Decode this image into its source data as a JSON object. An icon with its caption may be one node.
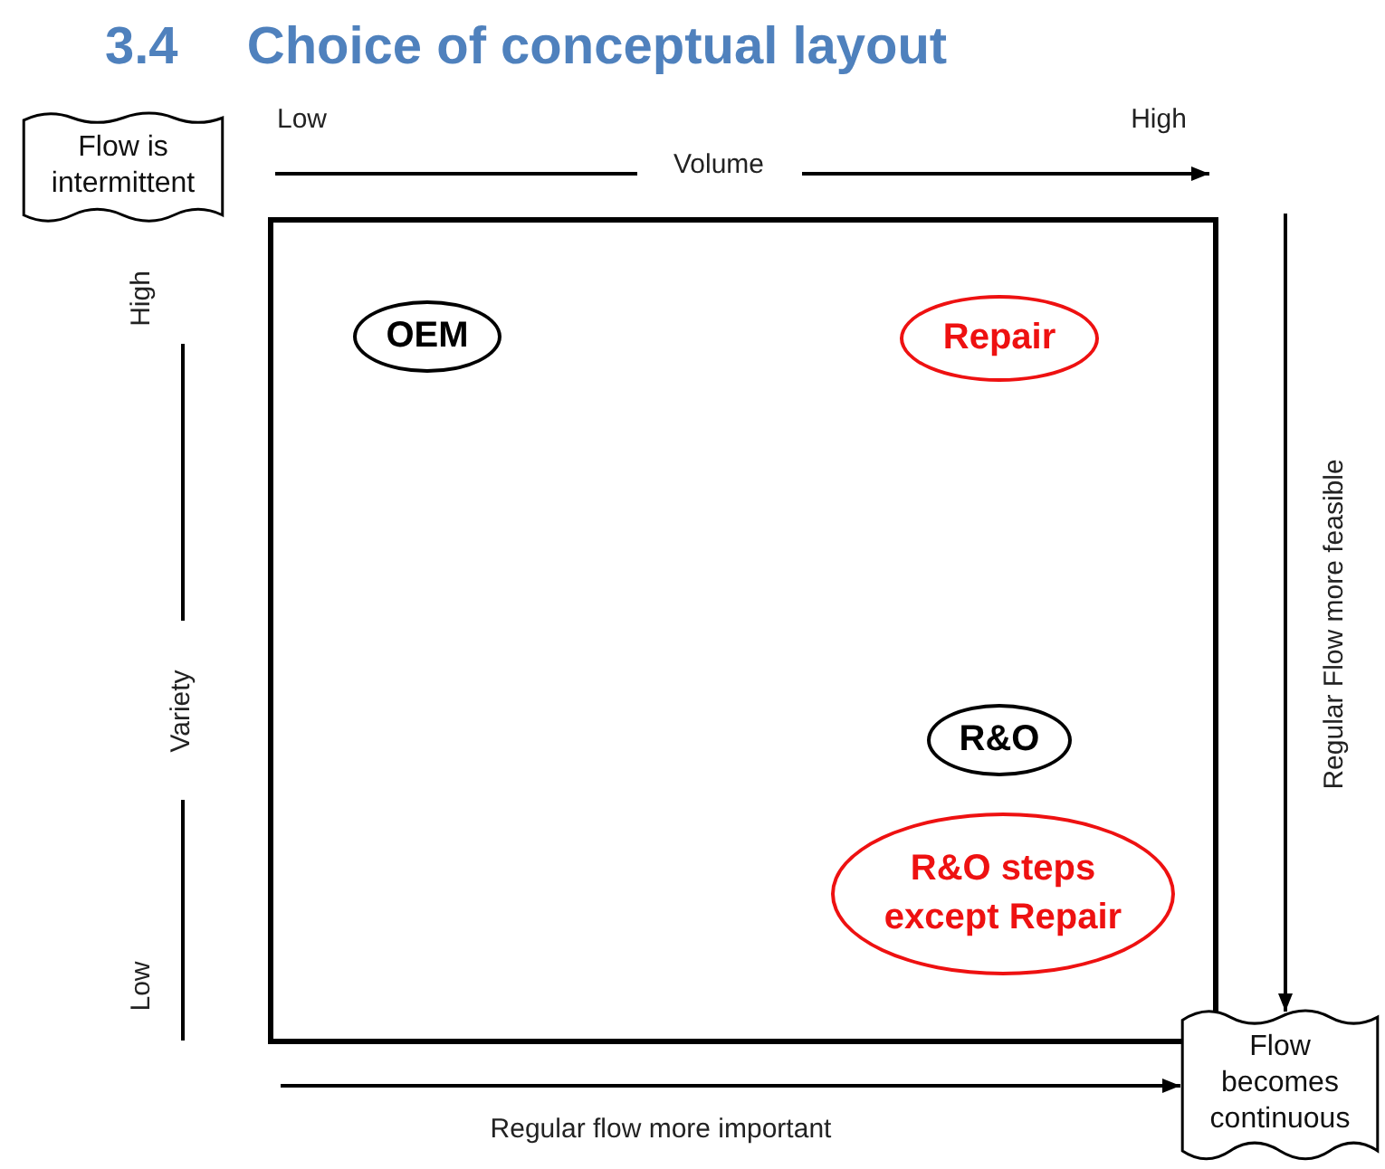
{
  "diagram": {
    "title": "3.4 Choice of conceptual layout",
    "nodes": [
      {
        "text": [
          "Flow is intermittent"
        ]
      },
      {
        "text": [],
        "shape": "box"
      },
      {
        "text": [
          "OEM"
        ],
        "in": 1
      },
      {
        "text": [
          "Repair"
        ],
        "in": 1
      },
      {
        "text": [
          "R&O"
        ],
        "in": 1
      },
      {
        "text": [
          "R&O steps except Repair"
        ],
        "in": 1
      },
      {
        "text": [
          "Flow becomes continuous"
        ]
      }
    ],
    "edges": [
      {
        "from": null,
        "to": 6,
        "arrow": "to",
        "label": "Regular Flow more feasible"
      },
      {
        "from": null,
        "to": 6,
        "arrow": "to",
        "label": "Regular flow more important"
      }
    ],
    "labels": [
      "Low",
      "Volume",
      "High",
      "High",
      "Variety",
      "Low"
    ]
  }
}
